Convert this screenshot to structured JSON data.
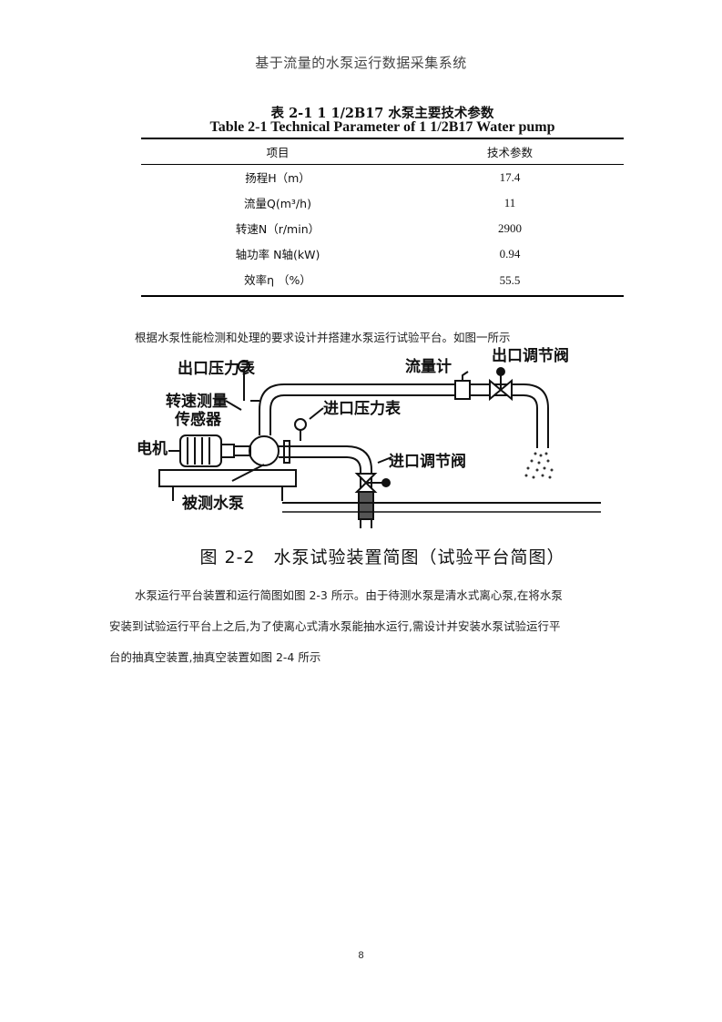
{
  "header": {
    "title": "基于流量的水泵运行数据采集系统"
  },
  "table": {
    "caption_cn": "表 2-1 1 1/2B17 水泵主要技术参数",
    "caption_en": "Table 2-1 Technical Parameter of 1 1/2B17 Water pump",
    "col_headers": [
      "项目",
      "技术参数"
    ],
    "rows": [
      {
        "label": "扬程H（m）",
        "value": "17.4"
      },
      {
        "label": "流量Q(m³/h)",
        "value": "11"
      },
      {
        "label": "转速N（r/min）",
        "value": "2900"
      },
      {
        "label": "轴功率 N轴(kW)",
        "value": "0.94"
      },
      {
        "label": "效率η （%）",
        "value": "55.5"
      }
    ]
  },
  "intro_paragraph": "根据水泵性能检测和处理的要求设计并搭建水泵运行试验平台。如图一所示",
  "figure": {
    "labels": {
      "outlet_pressure_gauge": "出口压力表",
      "flow_meter": "流量计",
      "outlet_valve": "出口调节阀",
      "speed_sensor_line1": "转速测量",
      "speed_sensor_line2": "传感器",
      "inlet_pressure_gauge": "进口压力表",
      "motor": "电机",
      "inlet_valve": "进口调节阀",
      "pump_under_test": "被测水泵"
    },
    "caption": "图 2-2　水泵试验装置简图（试验平台简图）"
  },
  "body_paragraph_lines": [
    "水泵运行平台装置和运行简图如图 2-3 所示。由于待测水泵是清水式离心泵,在将水泵",
    "安装到试验运行平台上之后,为了使离心式清水泵能抽水运行,需设计并安装水泵试验运行平",
    "台的抽真空装置,抽真空装置如图 2-4 所示"
  ],
  "page_number": "8"
}
